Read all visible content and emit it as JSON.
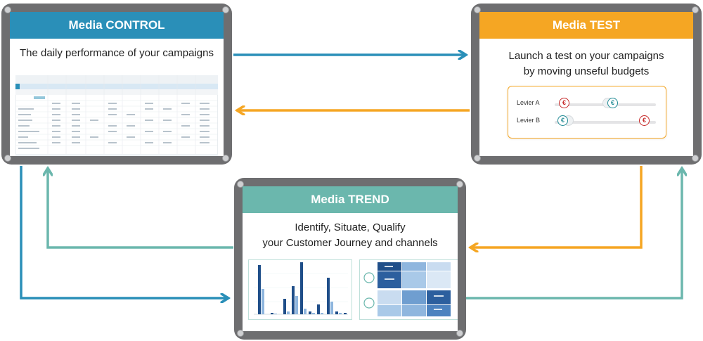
{
  "control": {
    "title": "Media CONTROL",
    "subtitle": "The daily performance of your campaigns",
    "header_color": "#2a8fb8"
  },
  "test": {
    "title": "Media TEST",
    "subtitle_line1": "Launch a test on your campaigns",
    "subtitle_line2": "by moving unseful budgets",
    "header_color": "#f5a623",
    "levers": [
      {
        "label": "Levier A"
      },
      {
        "label": "Levier B"
      }
    ]
  },
  "trend": {
    "title": "Media TREND",
    "subtitle_line1": "Identify, Situate, Qualify",
    "subtitle_line2": "your Customer Journey and channels",
    "header_color": "#6bb7ad"
  },
  "colors": {
    "blue_arrow": "#2a8fb8",
    "orange_arrow": "#f5a623",
    "teal_arrow": "#6bb7ad",
    "frame": "#6e6e70"
  }
}
